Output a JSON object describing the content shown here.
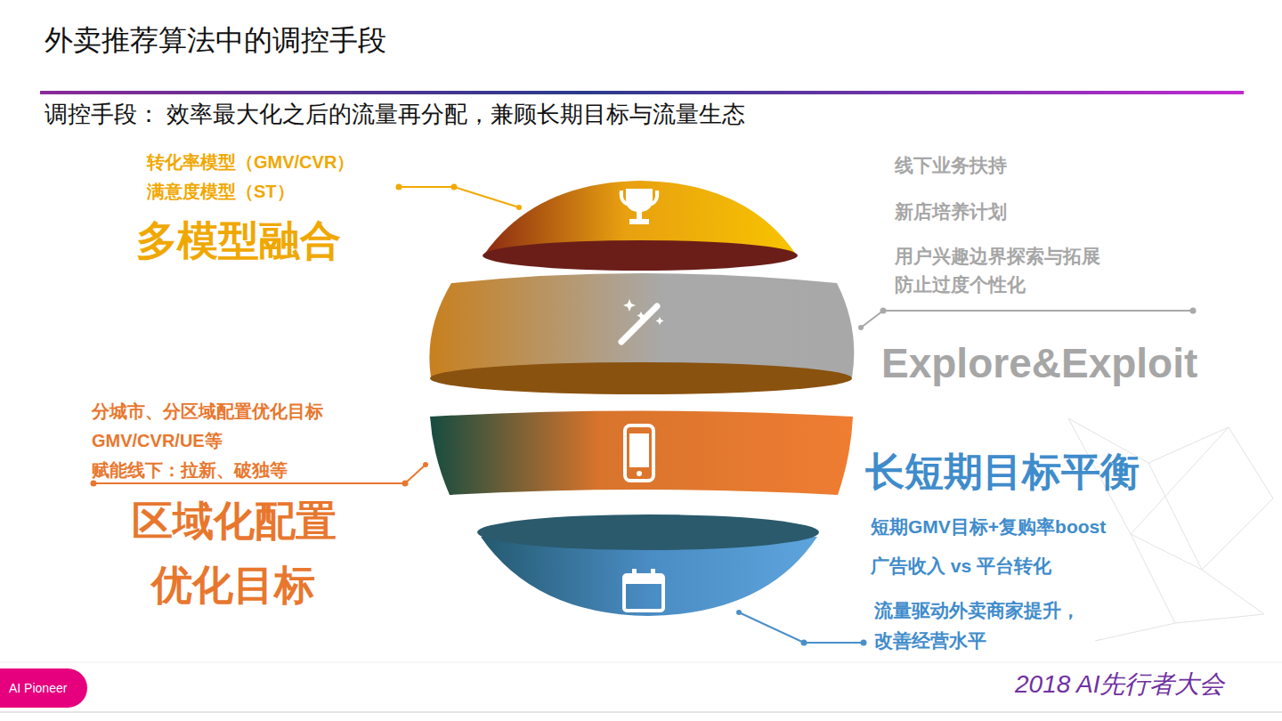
{
  "diagram": {
    "title": "外卖推荐算法中的调控手段",
    "nodes": [
      {
        "text": [
          "AI Pioneer"
        ]
      }
    ],
    "labels": [
      "调控手段： 效率最大化之后的流量再分配，兼顾长期目标与流量生态",
      "转化率模型（GMV/CVR）",
      "满意度模型（ST）",
      "多模型融合",
      "线下业务扶持",
      "新店培养计划",
      "用户兴趣边界探索与拓展",
      "防止过度个性化",
      "Explore&Exploit",
      "分城市、分区域配置优化目标",
      "GMV/CVR/UE等",
      "赋能线下：拉新、破独等",
      "区域化配置",
      "优化目标",
      "长短期目标平衡",
      "短期GMV目标+复购率boost",
      "广告收入 vs 平台转化",
      "流量驱动外卖商家提升， 改善经营水平",
      "2018 AI先行者大会"
    ]
  }
}
